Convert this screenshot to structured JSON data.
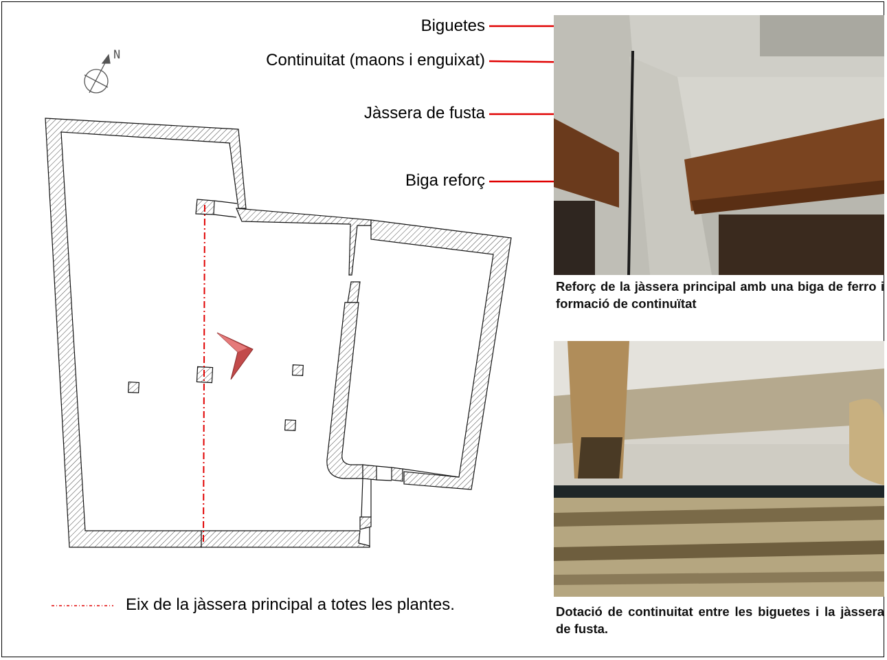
{
  "compass": {
    "label": "N",
    "icon": "north-arrow-icon"
  },
  "legend": {
    "text": "Eix de la jàssera principal a totes les plantes.",
    "line_color": "#e00000"
  },
  "callouts": [
    {
      "text": "Biguetes"
    },
    {
      "text": "Continuitat (maons i enguixat)"
    },
    {
      "text": "Jàssera de fusta"
    },
    {
      "text": "Biga reforç"
    }
  ],
  "arrow_color": "#e00000",
  "photos": [
    {
      "caption": "Reforç de la jàssera principal amb una biga de ferro i formació de continuïtat"
    },
    {
      "caption": "Dotació de continuitat entre les biguetes i la jàssera de fusta."
    }
  ]
}
